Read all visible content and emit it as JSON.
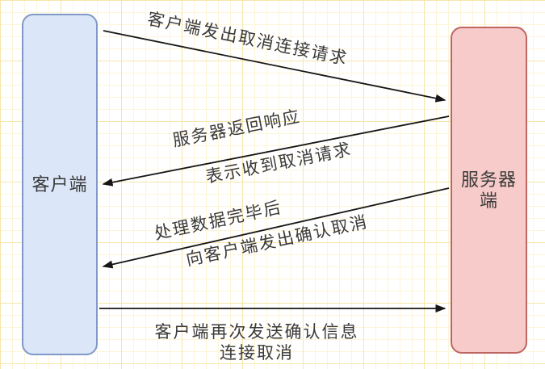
{
  "actors": {
    "client": {
      "label": "客户端",
      "fill": "#dbe7f8",
      "border": "#8099c7"
    },
    "server": {
      "label": "服务器端",
      "fill": "#f6cbc9",
      "border": "#bf6663"
    }
  },
  "messages": [
    {
      "from": "client",
      "to": "server",
      "labels": [
        "客户端发出取消连接请求"
      ]
    },
    {
      "from": "server",
      "to": "client",
      "labels": [
        "服务器返回响应",
        "表示收到取消请求"
      ]
    },
    {
      "from": "server",
      "to": "client",
      "labels": [
        "处理数据完毕后",
        "向客户端发出确认取消"
      ]
    },
    {
      "from": "client",
      "to": "server",
      "labels": [
        "客户端再次发送确认信息",
        "连接取消"
      ]
    }
  ],
  "colors": {
    "arrow": "#161616",
    "text": "#3a3a3a",
    "grid_minor": "#fdf5d8",
    "grid_major": "#f6e6ab",
    "background": "#ffffff"
  }
}
